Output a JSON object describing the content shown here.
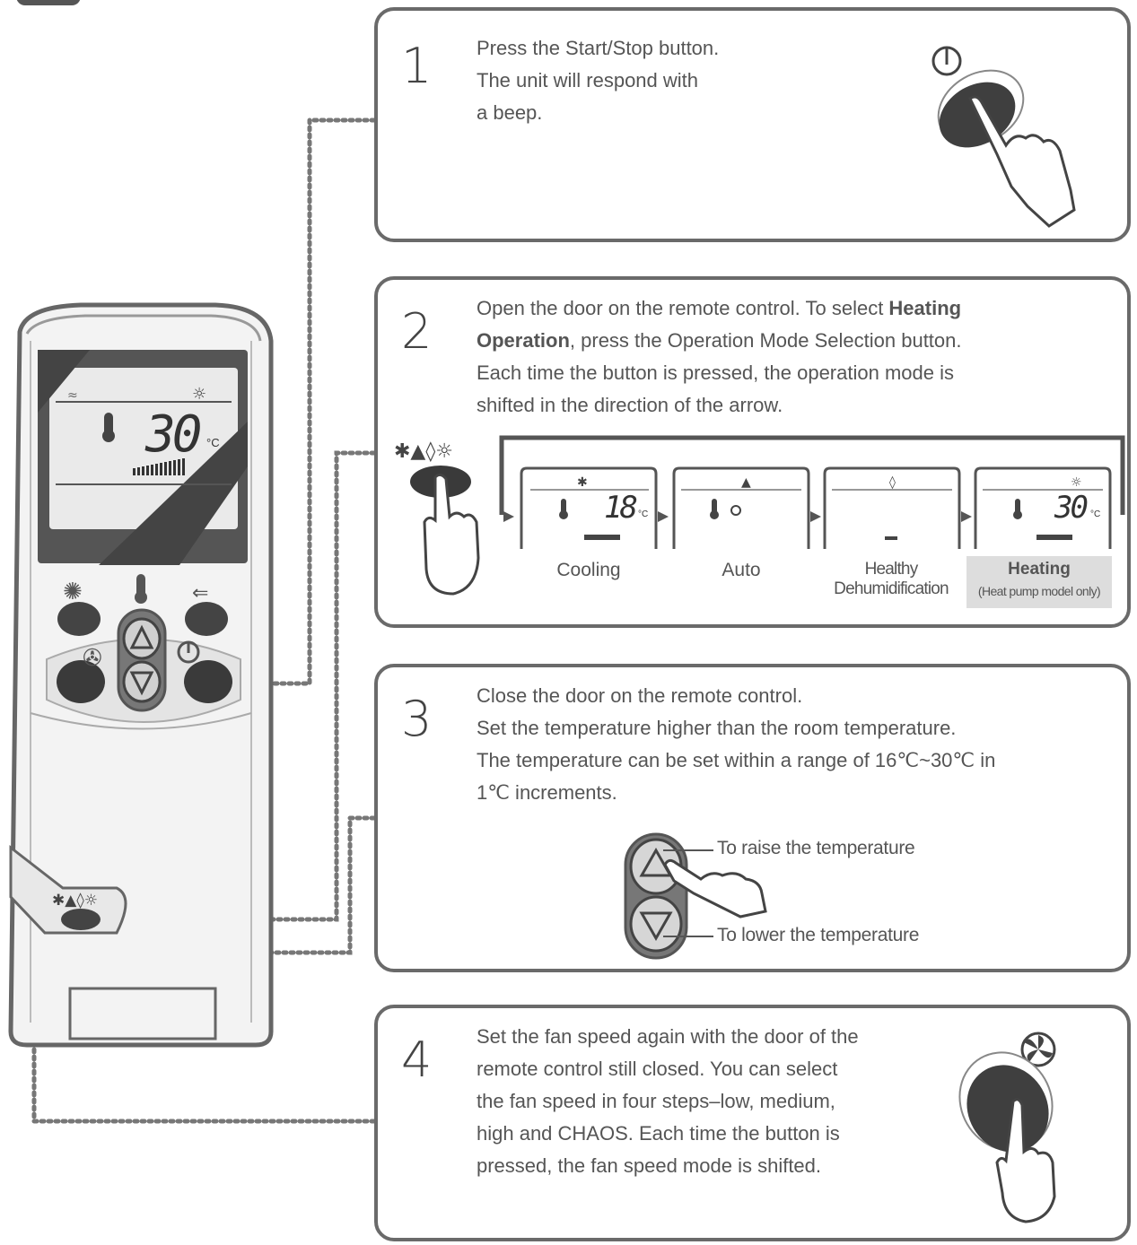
{
  "step1": {
    "number": "1",
    "lines": [
      "Press the Start/Stop button.",
      "The unit will respond with",
      "a beep."
    ]
  },
  "step2": {
    "number": "2",
    "line1_pre": "Open the door on the remote control. To select ",
    "line1_bold": "Heating",
    "line2_bold": "Operation",
    "line2_post": ", press the Operation Mode Selection button.",
    "line3": "Each time the button is pressed, the operation mode is",
    "line4": "shifted in the direction of the arrow.",
    "modes": [
      {
        "label": "Cooling",
        "display_temp": "18",
        "unit": "°C"
      },
      {
        "label": "Auto"
      },
      {
        "label_line1": "Healthy",
        "label_line2": "Dehumidification"
      },
      {
        "label_line1": "Heating",
        "label_line2": "(Heat pump model only)",
        "display_temp": "30",
        "unit": "°C"
      }
    ]
  },
  "step3": {
    "number": "3",
    "lines": [
      "Close the door on the remote control.",
      "Set the temperature higher than the room temperature.",
      "The temperature can be set within a range of 16℃~30℃ in",
      "1℃ increments."
    ],
    "raise_label": "To raise the temperature",
    "lower_label": "To lower the temperature"
  },
  "step4": {
    "number": "4",
    "lines": [
      "Set the fan speed again with the door of the",
      "remote control still closed. You can select",
      "the fan speed in four steps–low, medium,",
      "high and CHAOS. Each time the button is",
      "pressed, the fan speed mode is shifted."
    ]
  },
  "remote": {
    "display_temp": "30",
    "unit": "°C"
  }
}
